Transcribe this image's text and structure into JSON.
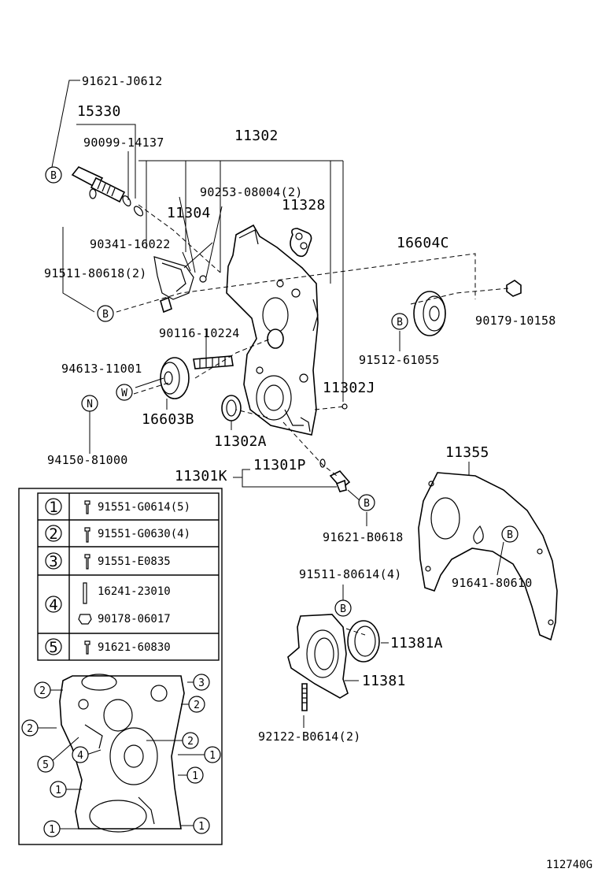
{
  "labels": {
    "p91621_J0612": "91621-J0612",
    "p15330": "15330",
    "p90099_14137": "90099-14137",
    "p11302": "11302",
    "p90253_08004": "90253-08004(2)",
    "p11328": "11328",
    "p11304": "11304",
    "p90341_16022": "90341-16022",
    "p16604C": "16604C",
    "p91511_80618": "91511-80618(2)",
    "p90179_10158": "90179-10158",
    "p90116_10224": "90116-10224",
    "p91512_61055": "91512-61055",
    "p94613_11001": "94613-11001",
    "p11302J": "11302J",
    "p16603B": "16603B",
    "p11302A": "11302A",
    "p94150_81000": "94150-81000",
    "p11301P": "11301P",
    "p11355": "11355",
    "p11301K": "11301K",
    "p91621_B0618": "91621-B0618",
    "p91641_80610": "91641-80610",
    "p91511_80614": "91511-80614(4)",
    "p11381A": "11381A",
    "p11381": "11381",
    "p92122_B0614": "92122-B0614(2)"
  },
  "markers": {
    "B": "B",
    "W": "W",
    "N": "N"
  },
  "bolt_table": [
    {
      "num": "1",
      "parts": [
        "91551-G0614(5)"
      ]
    },
    {
      "num": "2",
      "parts": [
        "91551-G0630(4)"
      ]
    },
    {
      "num": "3",
      "parts": [
        "91551-E0835"
      ]
    },
    {
      "num": "4",
      "parts": [
        "16241-23010",
        "90178-06017"
      ]
    },
    {
      "num": "5",
      "parts": [
        "91621-60830"
      ]
    }
  ],
  "location_callouts": [
    "2",
    "3",
    "2",
    "2",
    "2",
    "5",
    "4",
    "1",
    "1",
    "1",
    "1",
    "1"
  ],
  "diagram_code": "112740G"
}
